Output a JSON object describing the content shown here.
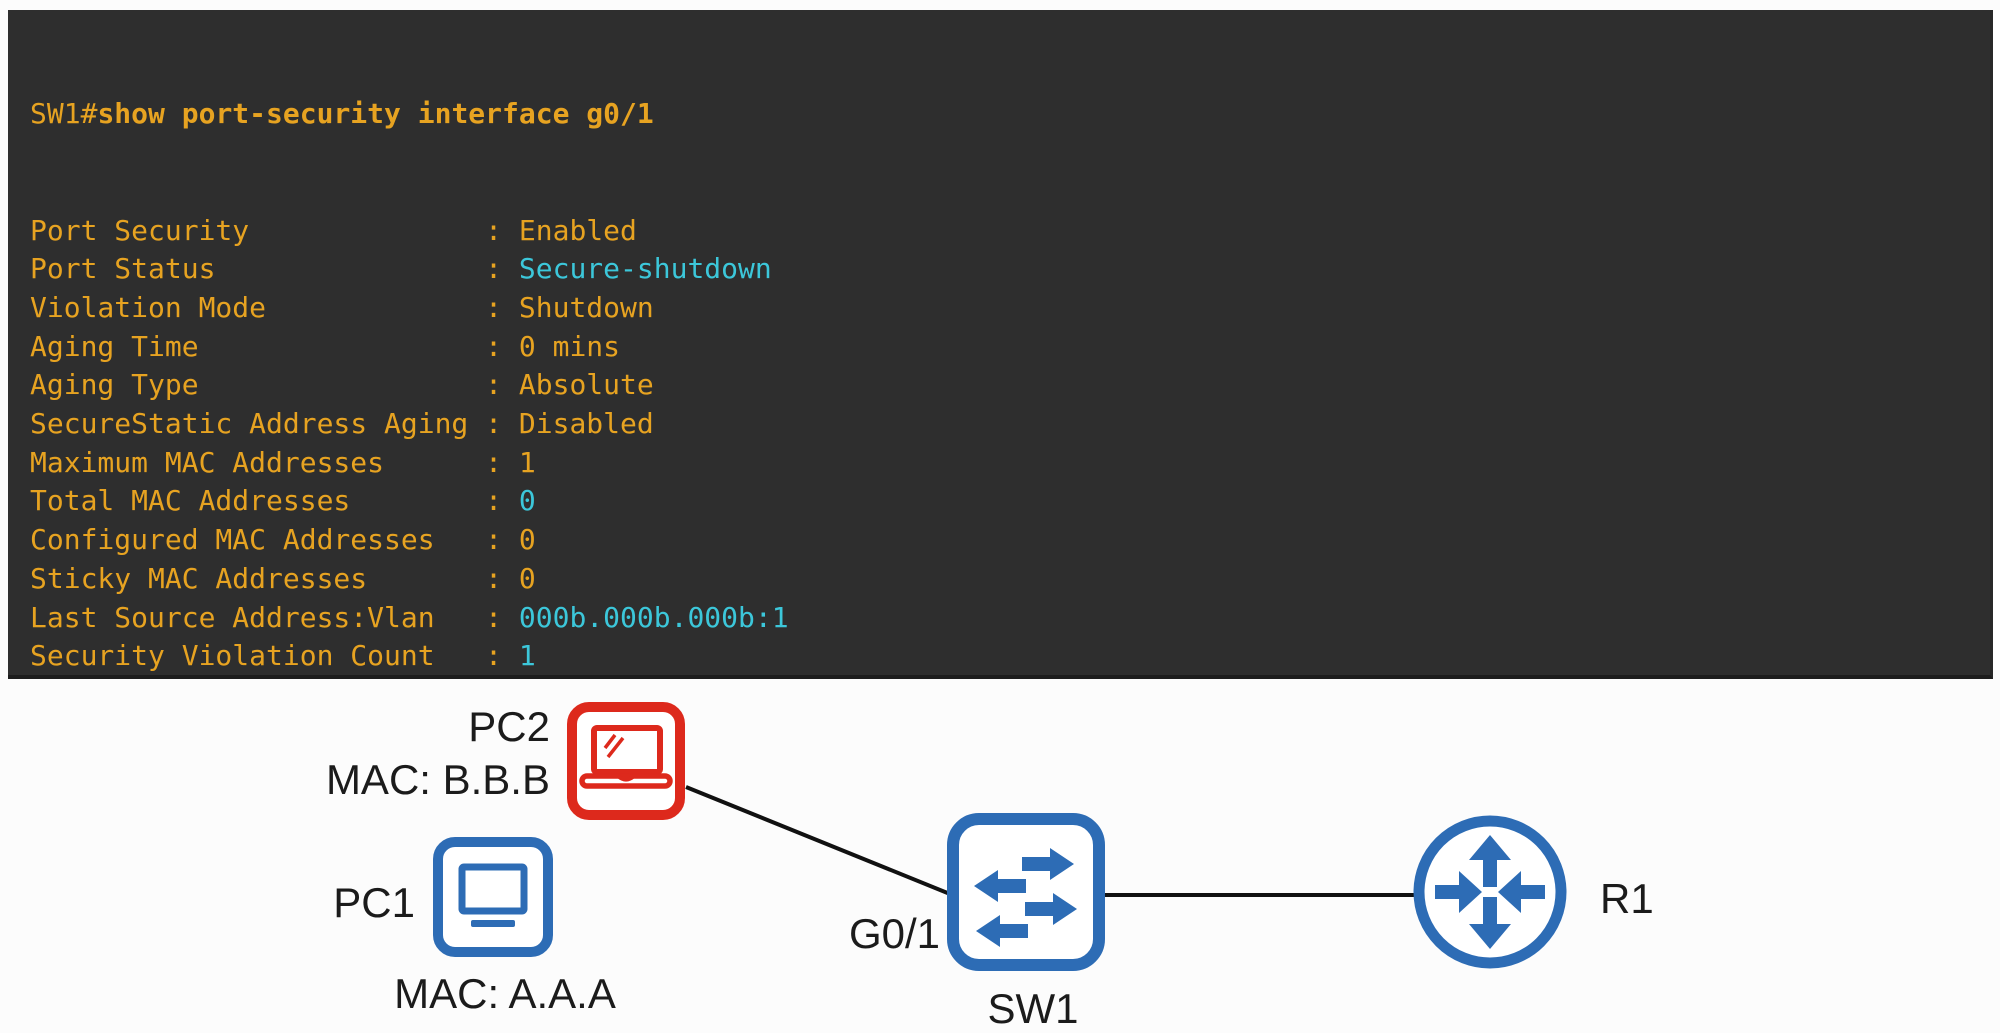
{
  "terminal": {
    "bg": "#2e2e2e",
    "text_orange": "#e7a321",
    "text_cyan": "#3cc7da",
    "prompt": "SW1#",
    "command": "show port-security interface g0/1",
    "separator": " : ",
    "rows": [
      {
        "label": "Port Security",
        "value": "Enabled",
        "tone": "orange"
      },
      {
        "label": "Port Status",
        "value": "Secure-shutdown",
        "tone": "cyan"
      },
      {
        "label": "Violation Mode",
        "value": "Shutdown",
        "tone": "orange"
      },
      {
        "label": "Aging Time",
        "value": "0 mins",
        "tone": "orange"
      },
      {
        "label": "Aging Type",
        "value": "Absolute",
        "tone": "orange"
      },
      {
        "label": "SecureStatic Address Aging",
        "value": "Disabled",
        "tone": "orange"
      },
      {
        "label": "Maximum MAC Addresses",
        "value": "1",
        "tone": "orange"
      },
      {
        "label": "Total MAC Addresses",
        "value": "0",
        "tone": "cyan"
      },
      {
        "label": "Configured MAC Addresses",
        "value": "0",
        "tone": "orange"
      },
      {
        "label": "Sticky MAC Addresses",
        "value": "0",
        "tone": "orange"
      },
      {
        "label": "Last Source Address:Vlan",
        "value": "000b.000b.000b:1",
        "tone": "cyan"
      },
      {
        "label": "Security Violation Count",
        "value": "1",
        "tone": "cyan"
      }
    ]
  },
  "diagram": {
    "devices": {
      "pc2": {
        "name": "PC2",
        "mac": "MAC: B.B.B",
        "icon": "laptop-icon"
      },
      "pc1": {
        "name": "PC1",
        "mac": "MAC: A.A.A",
        "icon": "desktop-icon"
      },
      "sw1": {
        "name": "SW1",
        "port": "G0/1",
        "icon": "switch-icon"
      },
      "r1": {
        "name": "R1",
        "icon": "router-icon"
      }
    },
    "colors": {
      "device_blue": "#2d6cb5",
      "alert_red": "#dd291c",
      "link": "#111111"
    }
  }
}
